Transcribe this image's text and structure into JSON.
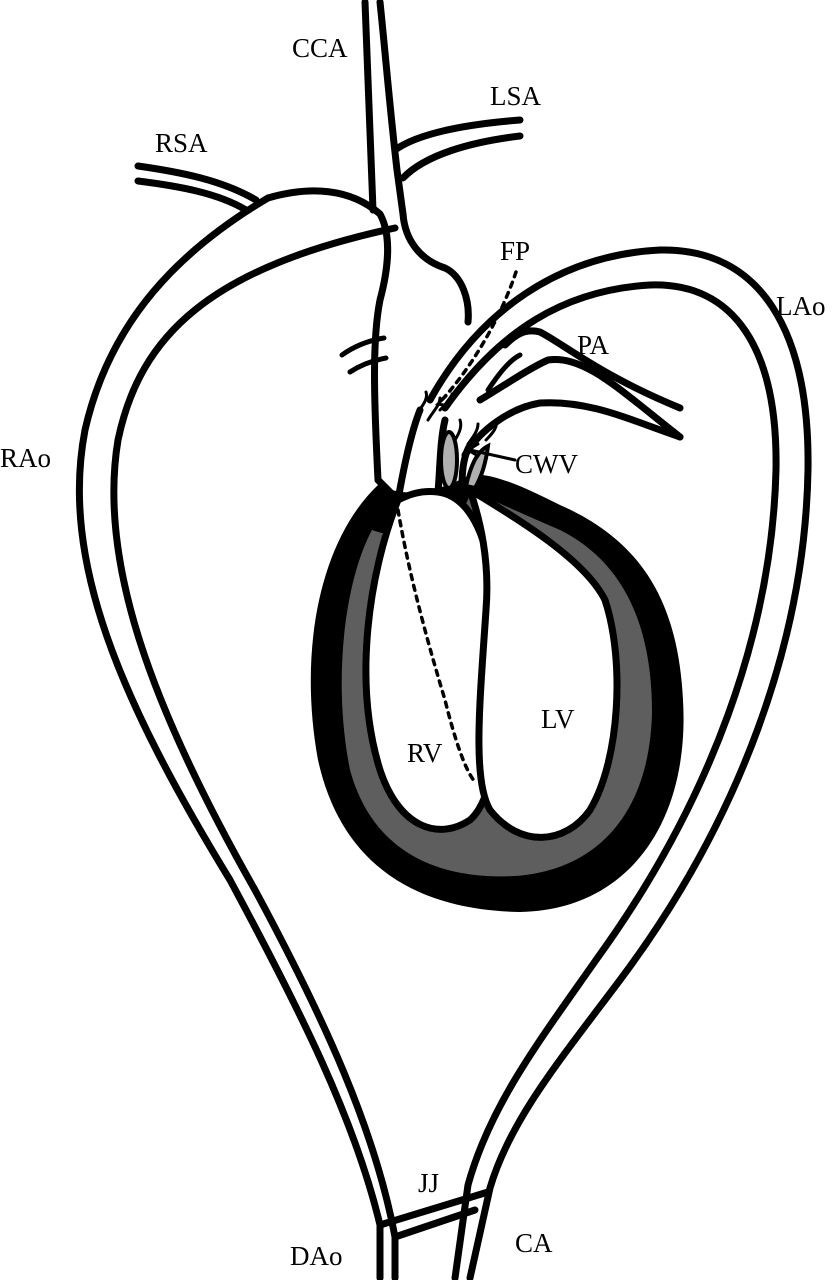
{
  "labels": {
    "cca": "CCA",
    "lsa": "LSA",
    "rsa": "RSA",
    "fp": "FP",
    "lao": "LAo",
    "pa": "PA",
    "rao": "RAo",
    "cwv": "CWV",
    "lv": "LV",
    "rv": "RV",
    "jj": "JJ",
    "dao": "DAo",
    "ca": "CA"
  },
  "colors": {
    "stroke": "#000000",
    "myocardium": "#000000",
    "ventricle_septum_fill": "#5e5e5e",
    "valve_fill": "#b0b0b0",
    "background": "#ffffff"
  }
}
